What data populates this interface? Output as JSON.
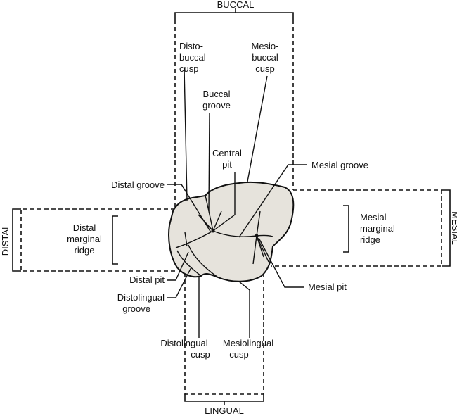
{
  "surfaces": {
    "buccal": "BUCCAL",
    "lingual": "LINGUAL",
    "mesial": "MESIAL",
    "distal": "DISTAL"
  },
  "labels": {
    "distobuccal_cusp": [
      "Disto-",
      "buccal",
      "cusp"
    ],
    "mesiobuccal_cusp": [
      "Mesio-",
      "buccal",
      "cusp"
    ],
    "buccal_groove": [
      "Buccal",
      "groove"
    ],
    "central_pit": [
      "Central",
      "pit"
    ],
    "mesial_groove": [
      "Mesial groove"
    ],
    "distal_groove": [
      "Distal groove"
    ],
    "distal_marginal_ridge": [
      "Distal",
      "marginal",
      "ridge"
    ],
    "mesial_marginal_ridge": [
      "Mesial",
      "marginal",
      "ridge"
    ],
    "distal_pit": [
      "Distal pit"
    ],
    "distolingual_groove": [
      "Distolingual",
      "groove"
    ],
    "mesial_pit": [
      "Mesial pit"
    ],
    "distolingual_cusp": [
      "Distolingual",
      "cusp"
    ],
    "mesiolingual_cusp": [
      "Mesiolingual",
      "cusp"
    ]
  },
  "colors": {
    "tooth_fill": "#e6e3dc",
    "line": "#111111"
  }
}
